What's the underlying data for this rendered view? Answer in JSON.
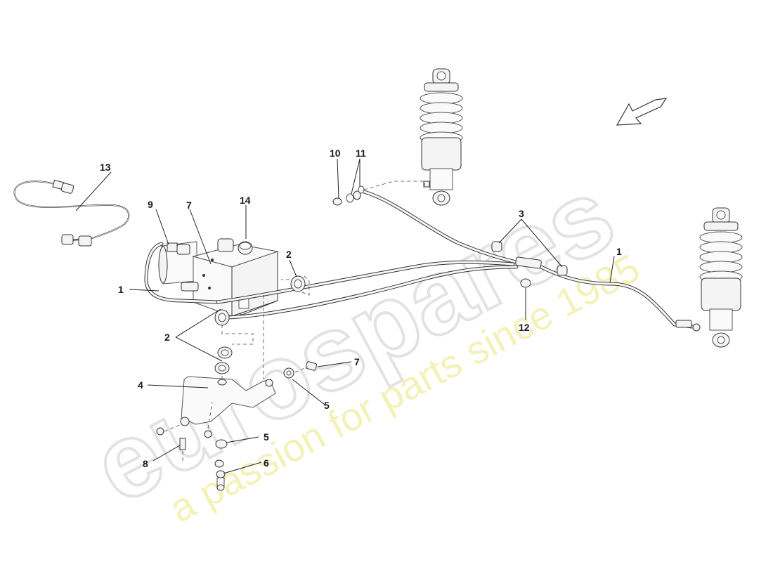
{
  "watermark": {
    "logo_text": "eurospares",
    "tagline": "a passion for parts since 1985"
  },
  "callouts": [
    {
      "id": "c1a",
      "text": "1"
    },
    {
      "id": "c1b",
      "text": "1"
    },
    {
      "id": "c2a",
      "text": "2"
    },
    {
      "id": "c2b",
      "text": "2"
    },
    {
      "id": "c3",
      "text": "3"
    },
    {
      "id": "c4",
      "text": "4"
    },
    {
      "id": "c5a",
      "text": "5"
    },
    {
      "id": "c5b",
      "text": "5"
    },
    {
      "id": "c6",
      "text": "6"
    },
    {
      "id": "c7a",
      "text": "7"
    },
    {
      "id": "c7b",
      "text": "7"
    },
    {
      "id": "c8",
      "text": "8"
    },
    {
      "id": "c9",
      "text": "9"
    },
    {
      "id": "c10",
      "text": "10"
    },
    {
      "id": "c11",
      "text": "11"
    },
    {
      "id": "c12",
      "text": "12"
    },
    {
      "id": "c13",
      "text": "13"
    },
    {
      "id": "c14",
      "text": "14"
    }
  ],
  "colors": {
    "line": "#333333",
    "watermark_logo": "#e3e3e3",
    "watermark_tagline": "#f1f1b2"
  }
}
